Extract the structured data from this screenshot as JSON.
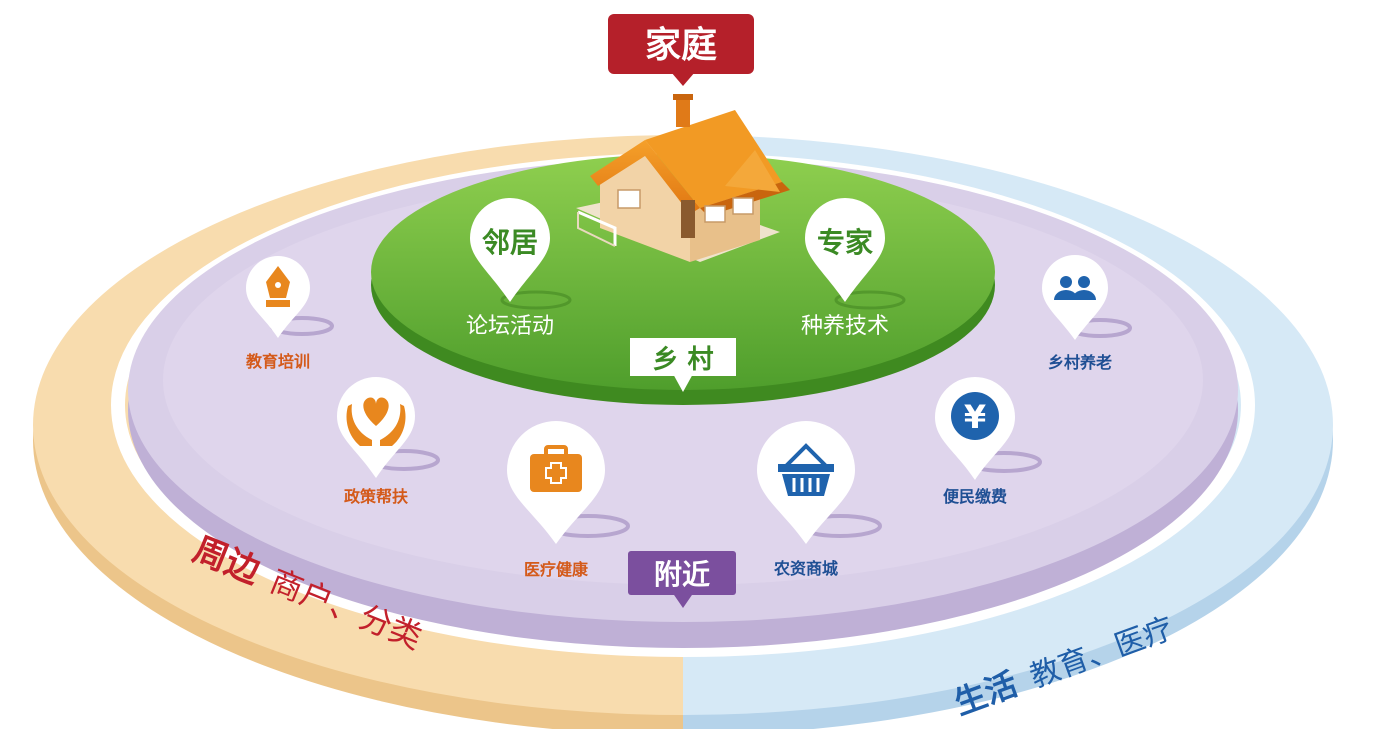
{
  "top_banner": {
    "label": "家庭",
    "color": "#b5202a"
  },
  "inner_ring": {
    "label": "乡 村",
    "color": "#5fb33a",
    "items": [
      {
        "name": "邻居",
        "caption": "论坛活动"
      },
      {
        "name": "专家",
        "caption": "种养技术"
      }
    ]
  },
  "middle_ring": {
    "label": "附近",
    "color": "#d9cfe8",
    "label_color": "#7b4f9e",
    "services": [
      {
        "label": "教育培训",
        "icon": "fountain-pen-icon",
        "color": "#e8871e",
        "text_color": "#d45a1a"
      },
      {
        "label": "政策帮扶",
        "icon": "heart-hands-icon",
        "color": "#e8871e",
        "text_color": "#d45a1a"
      },
      {
        "label": "医疗健康",
        "icon": "medical-kit-icon",
        "color": "#e8871e",
        "text_color": "#d45a1a"
      },
      {
        "label": "农资商城",
        "icon": "shopping-basket-icon",
        "color": "#1f63ad",
        "text_color": "#1f4f94"
      },
      {
        "label": "便民缴费",
        "icon": "yen-icon",
        "color": "#1f63ad",
        "text_color": "#1f4f94"
      },
      {
        "label": "乡村养老",
        "icon": "people-icon",
        "color": "#1f63ad",
        "text_color": "#1f4f94"
      }
    ]
  },
  "outer_ring": {
    "left": {
      "title": "周边",
      "subtitle": "商户、分类",
      "color": "#f8dcae",
      "text_color": "#c2202b"
    },
    "right": {
      "title": "生活",
      "subtitle": "教育、医疗",
      "color": "#d6e9f6",
      "text_color": "#1f5ea8"
    }
  }
}
